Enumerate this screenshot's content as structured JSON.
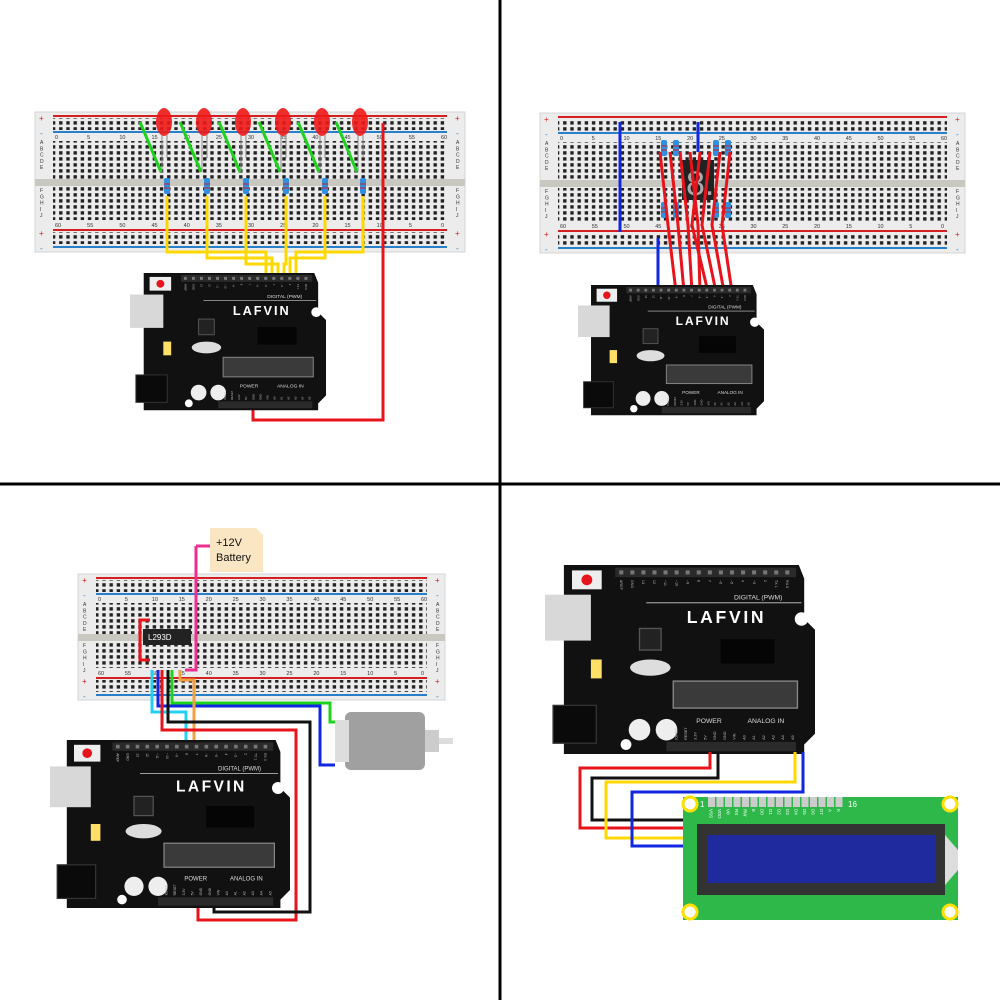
{
  "board": {
    "brand": "LAFVIN",
    "digital_label": "DIGITAL (PWM)",
    "power_label": "POWER",
    "analog_label": "ANALOG IN",
    "top_pins": [
      "AREF",
      "GND",
      "13",
      "12",
      "~11",
      "~10",
      "~9",
      "8",
      "7",
      "~6",
      "~5",
      "4",
      "~3",
      "2",
      "TX 1",
      "RX 0"
    ],
    "bottom_pins": [
      "IOREF",
      "RESET",
      "3.3V",
      "5V",
      "GND",
      "GND",
      "VIN",
      "A0",
      "A1",
      "A2",
      "A3",
      "A4",
      "A5"
    ]
  },
  "breadboard": {
    "rows_top": [
      "A",
      "B",
      "C",
      "D",
      "E"
    ],
    "rows_bottom": [
      "F",
      "G",
      "H",
      "I",
      "J"
    ],
    "col_numbers_top": [
      "0",
      "5",
      "10",
      "15",
      "20",
      "25",
      "30",
      "35",
      "40",
      "45",
      "50",
      "55",
      "60"
    ],
    "col_numbers_bottom": [
      "60",
      "55",
      "50",
      "45",
      "40",
      "35",
      "30",
      "25",
      "20",
      "15",
      "10",
      "5",
      "0"
    ],
    "plus": "+",
    "minus": "-"
  },
  "panels": {
    "leds": {
      "led_count": 6
    },
    "seven_segment": {
      "digit": "8."
    },
    "motor": {
      "chip_label": "L293D",
      "battery_label_line1": "+12V",
      "battery_label_line2": "Battery"
    },
    "lcd": {
      "pin_first": "1",
      "pin_last": "16",
      "pins": [
        "VSS",
        "VDD",
        "V0",
        "RS",
        "RW",
        "E",
        "D0",
        "D1",
        "D2",
        "D3",
        "D4",
        "D5",
        "D6",
        "D7",
        "A",
        "K"
      ]
    }
  },
  "colors": {
    "wire_red": "#e8141b",
    "wire_yellow": "#ffd800",
    "wire_green": "#1ed21e",
    "wire_blue": "#1026e0",
    "wire_cyan": "#22d0f0",
    "wire_orange": "#f0a040",
    "wire_pink": "#ee2d90",
    "wire_black": "#111111",
    "lcd_pcb": "#2fb84a",
    "lcd_screen": "#1f2a9e",
    "divider": "#000000"
  }
}
